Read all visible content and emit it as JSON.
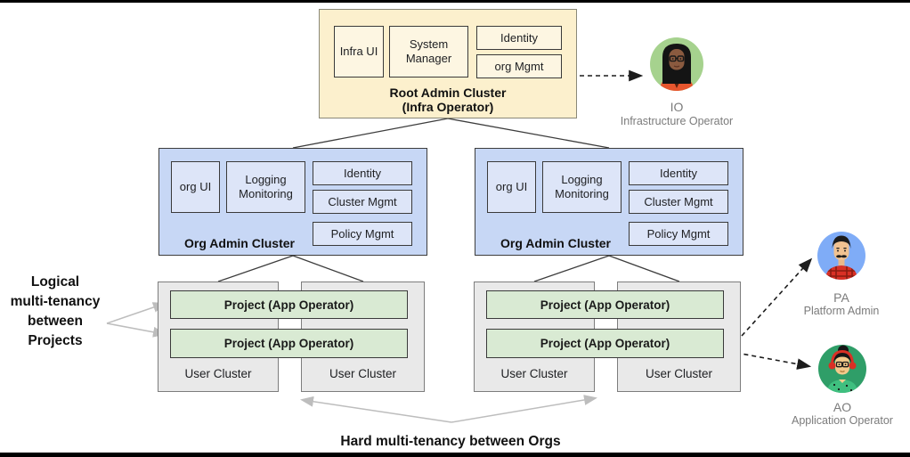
{
  "root_cluster": {
    "title": "Root Admin Cluster",
    "subtitle": "(Infra Operator)",
    "components": [
      {
        "label": "Infra UI"
      },
      {
        "label": "System Manager"
      },
      {
        "label": "Identity"
      },
      {
        "label": "org Mgmt"
      }
    ]
  },
  "org_clusters": [
    {
      "title": "Org Admin Cluster",
      "components": [
        {
          "label": "org UI"
        },
        {
          "label": "Logging Monitoring"
        },
        {
          "label": "Identity"
        },
        {
          "label": "Cluster Mgmt"
        },
        {
          "label": "Policy Mgmt"
        }
      ]
    },
    {
      "title": "Org Admin Cluster",
      "components": [
        {
          "label": "org UI"
        },
        {
          "label": "Logging Monitoring"
        },
        {
          "label": "Identity"
        },
        {
          "label": "Cluster Mgmt"
        },
        {
          "label": "Policy Mgmt"
        }
      ]
    }
  ],
  "org_groups": [
    {
      "projects": [
        {
          "label": "Project (App Operator)"
        },
        {
          "label": "Project (App Operator)"
        }
      ],
      "user_clusters": [
        {
          "label": "User Cluster"
        },
        {
          "label": "User Cluster"
        }
      ]
    },
    {
      "projects": [
        {
          "label": "Project (App Operator)"
        },
        {
          "label": "Project  (App Operator)"
        }
      ],
      "user_clusters": [
        {
          "label": "User Cluster"
        },
        {
          "label": "User Cluster"
        }
      ]
    }
  ],
  "annotations": {
    "left_label_lines": [
      "Logical",
      "multi-tenancy",
      "between",
      "Projects"
    ],
    "bottom_label": "Hard multi-tenancy between Orgs"
  },
  "personas": [
    {
      "abbr": "IO",
      "name": "Infrastructure Operator"
    },
    {
      "abbr": "PA",
      "name": "Platform Admin"
    },
    {
      "abbr": "AO",
      "name": "Application Operator"
    }
  ],
  "colors": {
    "root_cluster_fill": "#FCF0CD",
    "root_component_fill": "#FDF6E2",
    "org_cluster_fill": "#C7D7F5",
    "org_component_fill": "#DDE5F8",
    "user_cluster_fill": "#E9E9E9",
    "project_fill": "#D9EAD3",
    "io_avatar_bg": "#A6D28E",
    "pa_avatar_bg": "#7FACF7",
    "ao_avatar_bg": "#2F9E68",
    "annotation_arrow_gray": "#BDBDBD",
    "connector_dark": "#3D3D3D"
  }
}
